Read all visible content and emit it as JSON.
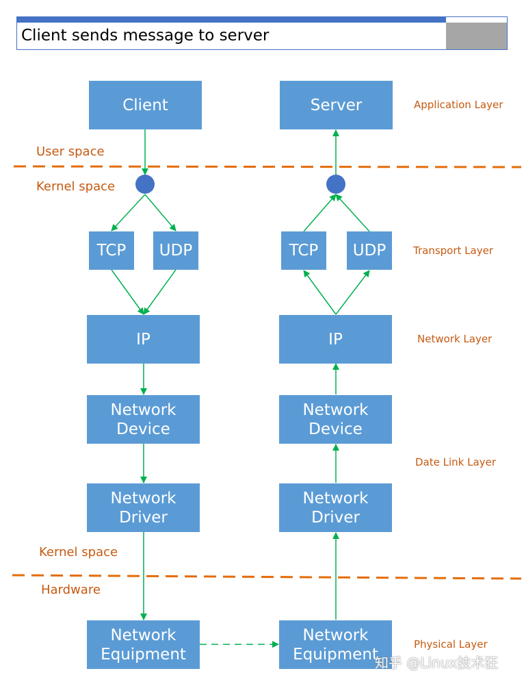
{
  "title": "Client sends message to server",
  "colors": {
    "box": "#5b9bd5",
    "accent": "#4472c4",
    "arrow": "#00b050",
    "label": "#c55a11",
    "boundary": "#e46c0a",
    "node": "#4472c4",
    "gray": "#a6a6a6"
  },
  "nodes": {
    "client": [
      "Client"
    ],
    "server": [
      "Server"
    ],
    "client_tcp": [
      "TCP"
    ],
    "client_udp": [
      "UDP"
    ],
    "server_tcp": [
      "TCP"
    ],
    "server_udp": [
      "UDP"
    ],
    "client_ip": [
      "IP"
    ],
    "server_ip": [
      "IP"
    ],
    "client_device": [
      "Network",
      "Device"
    ],
    "server_device": [
      "Network",
      "Device"
    ],
    "client_driver": [
      "Network",
      "Driver"
    ],
    "server_driver": [
      "Network",
      "Driver"
    ],
    "client_equipment": [
      "Network",
      "Equipment"
    ],
    "server_equipment": [
      "Network",
      "Equipment"
    ]
  },
  "boundaries": {
    "top": {
      "above": "User space",
      "below": "Kernel space"
    },
    "bottom": {
      "above": "Kernel space",
      "below": "Hardware"
    }
  },
  "layers": {
    "application": "Application Layer",
    "transport": "Transport Layer",
    "network": "Network Layer",
    "datalink": "Date Link Layer",
    "physical": "Physical Layer"
  },
  "watermark": "知乎 @Linux技术狂"
}
